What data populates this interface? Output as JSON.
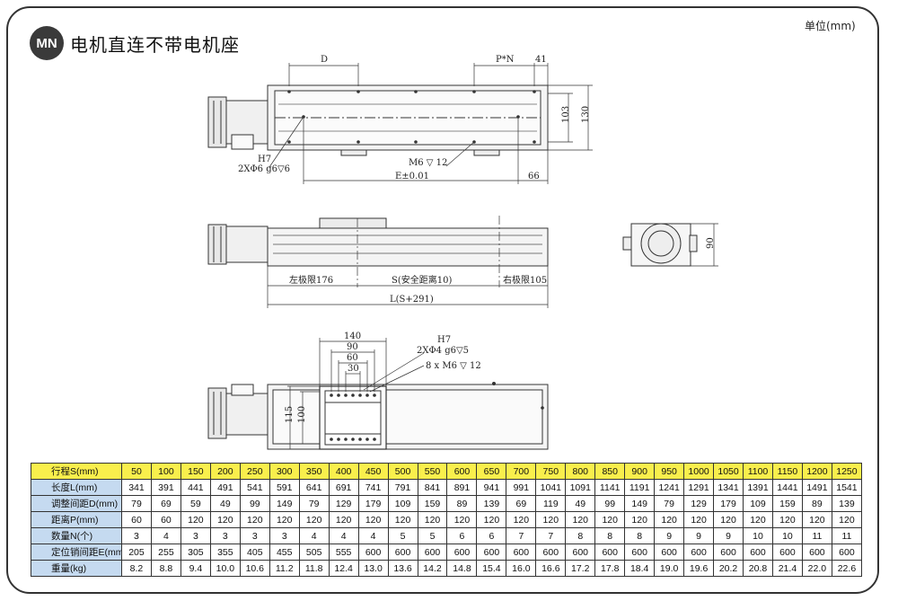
{
  "header": {
    "badge": "MN",
    "title": "电机直连不带电机座",
    "unit": "单位(mm)"
  },
  "drawing_top": {
    "dim_d": "D",
    "dim_pn": "P*N",
    "dim_41": "41",
    "dim_103": "103",
    "dim_130": "130",
    "hole_h7": "H7",
    "hole_spec": "2XΦ6 g6▽6",
    "thread_spec": "M6 ▽ 12",
    "dim_e": "E±0.01",
    "dim_66": "66"
  },
  "drawing_side": {
    "left_limit": "左极限176",
    "stroke": "S(安全距离10)",
    "right_limit": "右极限105",
    "length": "L(S+291)",
    "dim_90": "90"
  },
  "drawing_carriage": {
    "dim_140": "140",
    "dim_90": "90",
    "dim_60": "60",
    "dim_30": "30",
    "hole_h7": "H7",
    "hole_spec": "2XΦ4 g6▽5",
    "thread_spec": "8 x  M6 ▽ 12",
    "dim_115": "115",
    "dim_100": "100"
  },
  "spec_table": {
    "rows": [
      {
        "label": "行程S(mm)",
        "values": [
          "50",
          "100",
          "150",
          "200",
          "250",
          "300",
          "350",
          "400",
          "450",
          "500",
          "550",
          "600",
          "650",
          "700",
          "750",
          "800",
          "850",
          "900",
          "950",
          "1000",
          "1050",
          "1100",
          "1150",
          "1200",
          "1250"
        ]
      },
      {
        "label": "长度L(mm)",
        "values": [
          "341",
          "391",
          "441",
          "491",
          "541",
          "591",
          "641",
          "691",
          "741",
          "791",
          "841",
          "891",
          "941",
          "991",
          "1041",
          "1091",
          "1141",
          "1191",
          "1241",
          "1291",
          "1341",
          "1391",
          "1441",
          "1491",
          "1541"
        ]
      },
      {
        "label": "调整间距D(mm)",
        "values": [
          "79",
          "69",
          "59",
          "49",
          "99",
          "149",
          "79",
          "129",
          "179",
          "109",
          "159",
          "89",
          "139",
          "69",
          "119",
          "49",
          "99",
          "149",
          "79",
          "129",
          "179",
          "109",
          "159",
          "89",
          "139"
        ]
      },
      {
        "label": "距离P(mm)",
        "values": [
          "60",
          "60",
          "120",
          "120",
          "120",
          "120",
          "120",
          "120",
          "120",
          "120",
          "120",
          "120",
          "120",
          "120",
          "120",
          "120",
          "120",
          "120",
          "120",
          "120",
          "120",
          "120",
          "120",
          "120",
          "120"
        ]
      },
      {
        "label": "数量N(个)",
        "values": [
          "3",
          "4",
          "3",
          "3",
          "3",
          "3",
          "4",
          "4",
          "4",
          "5",
          "5",
          "6",
          "6",
          "7",
          "7",
          "8",
          "8",
          "8",
          "9",
          "9",
          "9",
          "10",
          "10",
          "11",
          "11"
        ]
      },
      {
        "label": "定位销间距E(mm)",
        "values": [
          "205",
          "255",
          "305",
          "355",
          "405",
          "455",
          "505",
          "555",
          "600",
          "600",
          "600",
          "600",
          "600",
          "600",
          "600",
          "600",
          "600",
          "600",
          "600",
          "600",
          "600",
          "600",
          "600",
          "600",
          "600"
        ]
      },
      {
        "label": "重量(kg)",
        "values": [
          "8.2",
          "8.8",
          "9.4",
          "10.0",
          "10.6",
          "11.2",
          "11.8",
          "12.4",
          "13.0",
          "13.6",
          "14.2",
          "14.8",
          "15.4",
          "16.0",
          "16.6",
          "17.2",
          "17.8",
          "18.4",
          "19.0",
          "19.6",
          "20.2",
          "20.8",
          "21.4",
          "22.0",
          "22.6"
        ]
      }
    ]
  }
}
